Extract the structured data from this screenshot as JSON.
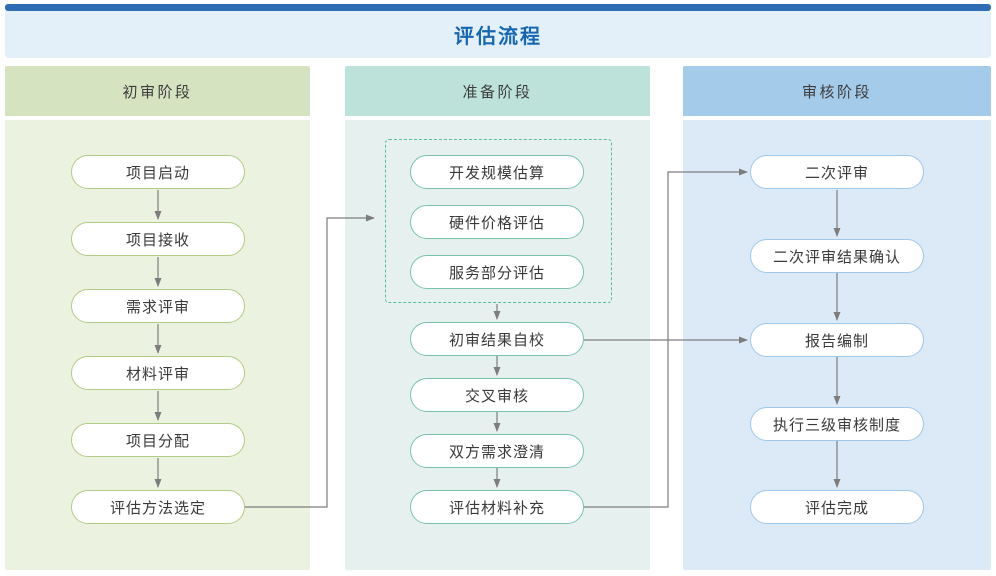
{
  "title": "评估流程",
  "stages": [
    {
      "label": "初审阶段",
      "nodes": [
        "项目启动",
        "项目接收",
        "需求评审",
        "材料评审",
        "项目分配",
        "评估方法选定"
      ]
    },
    {
      "label": "准备阶段",
      "group_nodes": [
        "开发规模估算",
        "硬件价格评估",
        "服务部分评估"
      ],
      "nodes": [
        "初审结果自校",
        "交叉审核",
        "双方需求澄清",
        "评估材料补充"
      ]
    },
    {
      "label": "审核阶段",
      "nodes": [
        "二次评审",
        "二次评审结果确认",
        "报告编制",
        "执行三级审核制度",
        "评估完成"
      ]
    }
  ],
  "connectors": [
    "评估方法选定 → 准备阶段估算组",
    "初审结果自校 → 报告编制",
    "评估材料补充 → 二次评审"
  ],
  "colors": {
    "top_accent": "#2e6db4",
    "title_bg": "#e3f0fa",
    "title_text": "#1667b1",
    "stage1_header": "#d6e3c0",
    "stage1_body": "#ecf2e0",
    "stage1_node_border": "#b1cc87",
    "stage2_header": "#bce2d9",
    "stage2_body": "#e6f1ef",
    "stage2_node_border": "#79c3ad",
    "stage2_group_dash": "#56bda0",
    "stage3_header": "#a5cbea",
    "stage3_body": "#dceaf7",
    "stage3_node_border": "#a0c7e8",
    "arrow": "#7d7d7d"
  }
}
